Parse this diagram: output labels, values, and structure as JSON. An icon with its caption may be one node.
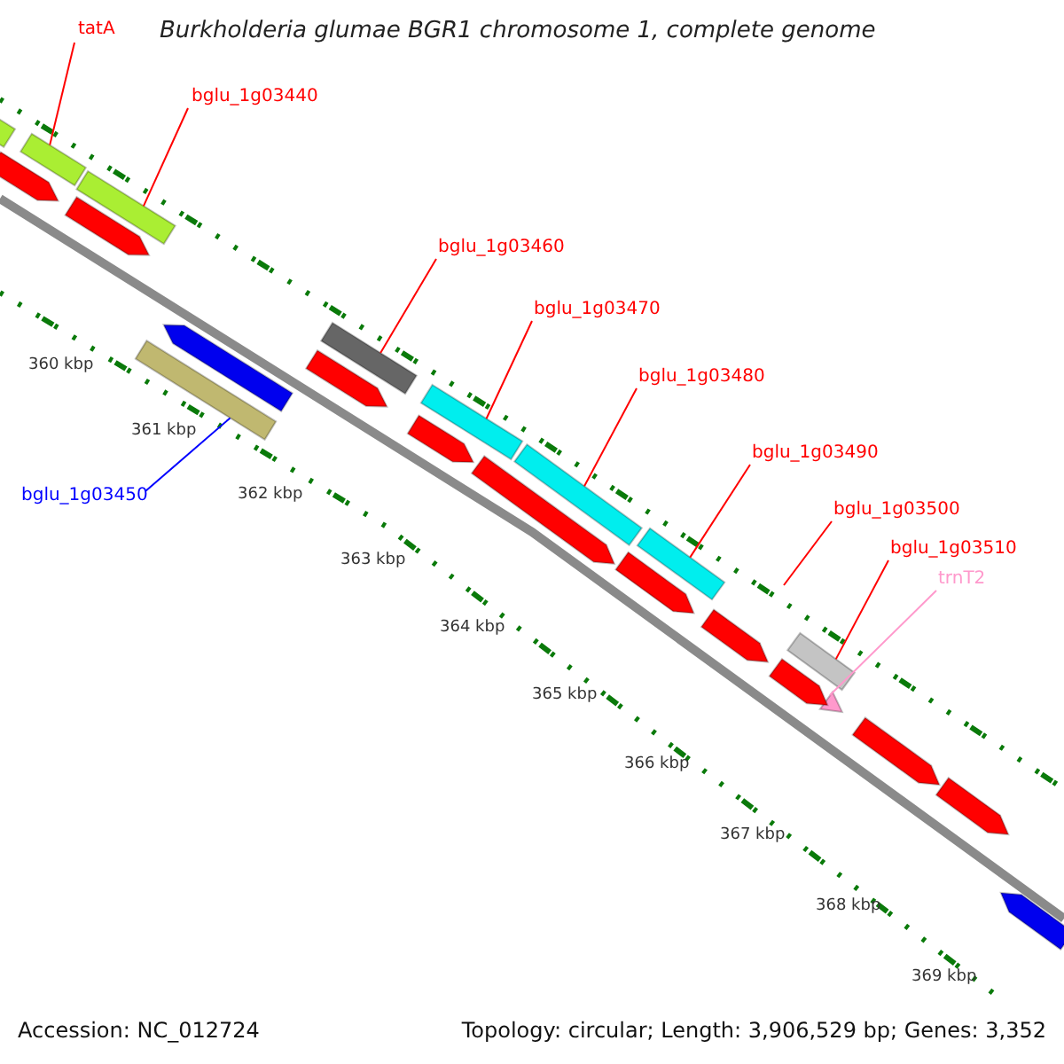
{
  "diagram": {
    "title": "Burkholderia glumae BGR1 chromosome 1, complete genome",
    "nodes": [
      {
        "text": [
          "tatA"
        ]
      },
      {
        "text": [
          "bglu_1g03440"
        ]
      },
      {
        "text": [
          "bglu_1g03460"
        ]
      },
      {
        "text": [
          "bglu_1g03470"
        ]
      },
      {
        "text": [
          "bglu_1g03480"
        ]
      },
      {
        "text": [
          "bglu_1g03490"
        ]
      },
      {
        "text": [
          "bglu_1g03450"
        ]
      },
      {
        "text": [
          "bglu_1g03500"
        ]
      },
      {
        "text": [
          "bglu_1g03510"
        ]
      },
      {
        "text": [
          "trnT2"
        ]
      },
      {
        "text": [],
        "shape": "bar"
      },
      {
        "text": [],
        "shape": "bar"
      },
      {
        "text": [],
        "shape": "bar"
      },
      {
        "text": [],
        "shape": "bar"
      },
      {
        "text": [],
        "shape": "bar"
      },
      {
        "text": [],
        "shape": "bar"
      },
      {
        "text": [],
        "shape": "bar"
      },
      {
        "text": [],
        "shape": "bar"
      },
      {
        "text": [],
        "shape": "triangle"
      },
      {
        "text": [],
        "shape": "bar"
      },
      {
        "text": [],
        "shape": "bar"
      },
      {
        "text": [],
        "shape": "bar"
      },
      {
        "text": [],
        "shape": "bar"
      },
      {
        "text": [],
        "shape": "bar"
      },
      {
        "text": [],
        "shape": "bar"
      },
      {
        "text": [],
        "shape": "bar"
      },
      {
        "text": [],
        "shape": "bar"
      },
      {
        "text": [],
        "shape": "bar"
      },
      {
        "text": [],
        "shape": "bar"
      },
      {
        "text": [],
        "shape": "bar"
      },
      {
        "text": [],
        "shape": "bar"
      },
      {
        "text": [],
        "shape": "bar"
      }
    ],
    "edges": [
      {
        "from": 0,
        "to": 10,
        "arrow": "none"
      },
      {
        "from": 1,
        "to": 11,
        "arrow": "none"
      },
      {
        "from": 2,
        "to": 12,
        "arrow": "none"
      },
      {
        "from": 3,
        "to": 13,
        "arrow": "none"
      },
      {
        "from": 4,
        "to": 14,
        "arrow": "none"
      },
      {
        "from": 5,
        "to": 15,
        "arrow": "none"
      },
      {
        "from": 6,
        "to": 16,
        "arrow": "none",
        "color": "#0000ff"
      },
      {
        "from": 7,
        "to": null,
        "arrow": "none"
      },
      {
        "from": 8,
        "to": 17,
        "arrow": "none"
      },
      {
        "from": 9,
        "to": 18,
        "arrow": "none",
        "color": "#ff99cc"
      }
    ],
    "labels": [
      "360 kbp",
      "361 kbp",
      "362 kbp",
      "363 kbp",
      "364 kbp",
      "365 kbp",
      "366 kbp",
      "367 kbp",
      "368 kbp",
      "369 kbp",
      "Accession: NC_012724",
      "Topology: circular; Length: 3,906,529 bp; Genes: 3,352"
    ]
  }
}
